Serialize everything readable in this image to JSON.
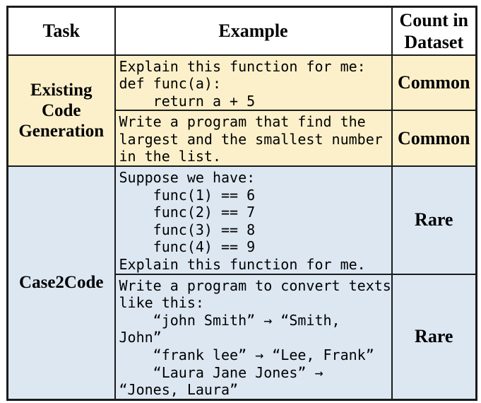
{
  "header": {
    "task": "Task",
    "example": "Example",
    "count": "Count in Dataset"
  },
  "groups": [
    {
      "task": "Existing Code Generation",
      "rows": [
        {
          "example": "Explain this function for me:\ndef func(a):\n    return a + 5",
          "count": "Common"
        },
        {
          "example": "Write a program that find the\nlargest and the smallest number\nin the list.",
          "count": "Common"
        }
      ]
    },
    {
      "task": "Case2Code",
      "rows": [
        {
          "example": "Suppose we have:\n    func(1) == 6\n    func(2) == 7\n    func(3) == 8\n    func(4) == 9\nExplain this function for me.",
          "count": "Rare"
        },
        {
          "example": "Write a program to convert texts\nlike this:\n    “john Smith” → “Smith,\nJohn”\n    “frank lee” → “Lee, Frank”\n    “Laura Jane Jones” →\n“Jones, Laura”",
          "count": "Rare"
        }
      ]
    }
  ],
  "colors": {
    "existing_bg": "#FCF0CA",
    "case2code_bg": "#DCE7F2",
    "border": "#1b1b1b"
  }
}
